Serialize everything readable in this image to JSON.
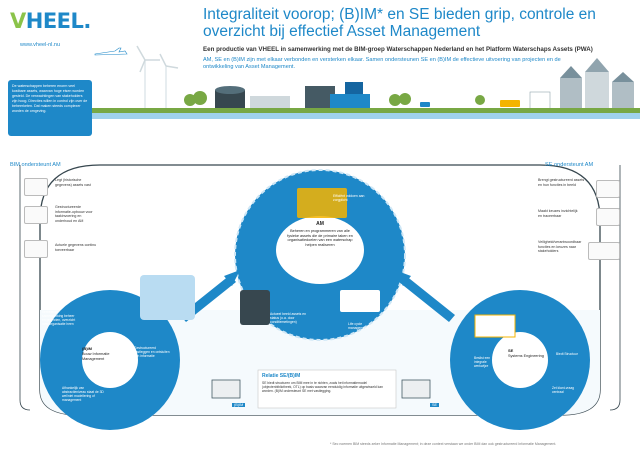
{
  "header": {
    "logo_v": "V",
    "logo_rest": "HEEL.",
    "website": "www.vheel-nl.nu",
    "title": "Integraliteit voorop; (B)IM* en SE bieden grip, controle en overzicht bij effectief Asset Management",
    "subtitle": "Een productie van VHEEL in samenwerking met de BIM-groep Waterschappen Nederland en het Platform Waterschaps Assets (PWA)",
    "description": "AM, SE en (B)IM zijn met elkaar verbonden en versterken elkaar. Samen ondersteunen SE en (B)IM de effectieve uitvoering van projecten en de ontwikkeling van Asset Management."
  },
  "intro_box": "De waterschappen beheren enorm veel kostbare assets, waarvan hoge eisen worden gesteld. De verwachtingen van stakeholders zijn hoog. Directies willen in control zijn over de beheerketen. Dat maken steeds complexer worden de omgeving.",
  "left_panel": {
    "heading": "BIM ondersteunt AM",
    "items": [
      "Legt (historische gegevens) assets vast",
      "Gestructureerde informatie-opbouw voor taakinvoering en onderhoud en AM",
      "Actuele gegevens continu toeveerbaar"
    ]
  },
  "right_panel": {
    "heading": "SE ondersteunt AM",
    "items": [
      "Brengt gestructureerd assets en hun functies in beeld",
      "Maakt keuzes inzichtelijk en traceerbaar",
      "Veiligheid/verantwoordbaar functies en keuzes naar stakeholders"
    ]
  },
  "am_circle": {
    "title": "AM",
    "text": "Beheren en programmeren van alle fysieke assets die de primaire taken en organisatiedoelen van een waterschap helpen realiseren",
    "labels": [
      "Efficiënt voldoen aan zorgplicht",
      "Actueel beeld assets en status (o.a. door conditiemetingen)",
      "Life cycle management"
    ]
  },
  "bim_circle": {
    "title": "(B)IM",
    "subtitle": "Bouw Informatie Management",
    "labels": [
      "Verbeterde samenwerking beheer en projecten, overzicht over organisatie heen",
      "Gestructureerd vastleggen en ontsluiten van informatie",
      "Afhankelijk van abstractieniveau staat de 3D wel/niet modellering of management"
    ]
  },
  "se_circle": {
    "title": "SE",
    "subtitle": "Systems Engineering",
    "labels": [
      "Beslist een integrale werkwijze",
      "Biedt Structuur",
      "Zet klant-vraag centraal"
    ]
  },
  "relation_box": {
    "title": "Relatie SE/(B)IM",
    "text": "SE biedt structuren om BIM mee in te richten, zoals het informatiemodel (objectenbibliotheek, OTL) op basis waarvan eenduidig informatie uitgewisseld kan worden. (B)IM ondersteunt SE met vastlegging.",
    "left_tag": "(B)IM",
    "right_tag": "SE"
  },
  "footnote": "* Sec noemen BIM steeds zeker Informatie Management; in deze context verstaan we onder BIM dan ook gestructureerd Informatie Management.",
  "colors": {
    "primary": "#1e88c8",
    "green": "#78a844",
    "dark": "#333333"
  }
}
